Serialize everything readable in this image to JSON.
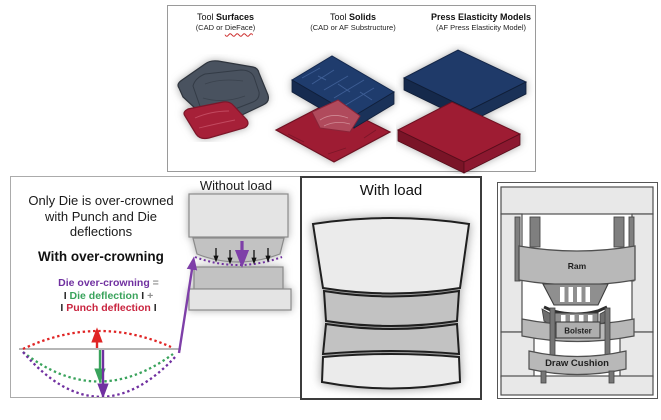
{
  "top_panel": {
    "columns": [
      {
        "title_prefix": "Tool ",
        "title_bold": "Surfaces",
        "sub_prefix": "(CAD or ",
        "sub_misspelled": "DieFace",
        "sub_suffix": ")"
      },
      {
        "title_prefix": "Tool ",
        "title_bold": "Solids",
        "sub": "(CAD or AF Substructure)"
      },
      {
        "title_bold": "Press Elasticity Models",
        "sub": "(AF Press Elasticity Model)"
      }
    ]
  },
  "left_panel": {
    "heading_line1": "Only Die is over-crowned",
    "heading_line2": "with Punch and Die",
    "heading_line3": "deflections",
    "subheading": "With over-crowning",
    "equation": {
      "l1_term": "Die over-crowning",
      "l1_op": " =",
      "l2_open": "I ",
      "l2_term": "Die deflection",
      "l2_close": " I ",
      "l2_op": "+",
      "l3_open": "I ",
      "l3_term": "Punch deflection",
      "l3_close": " I"
    },
    "without_load_title": "Without load"
  },
  "with_load_panel": {
    "title": "With load"
  },
  "press_panel": {
    "ram_label": "Ram",
    "bolster_label": "Bolster",
    "draw_cushion_label": "Draw Cushion"
  },
  "colors": {
    "navy_blue": "#1f3a69",
    "crimson_red": "#9e1c33",
    "slate_gray_blue": "#49525f",
    "accent_purple": "#7030a0",
    "accent_green": "#3aa35c",
    "accent_red_text": "#c9243f",
    "curve_red": "#e02424",
    "operator_gray": "#8f8f8f",
    "press_light_gray": "#e8e8e8",
    "press_mid_gray": "#b8b8b8",
    "press_dark_gray": "#8f8f8f"
  }
}
